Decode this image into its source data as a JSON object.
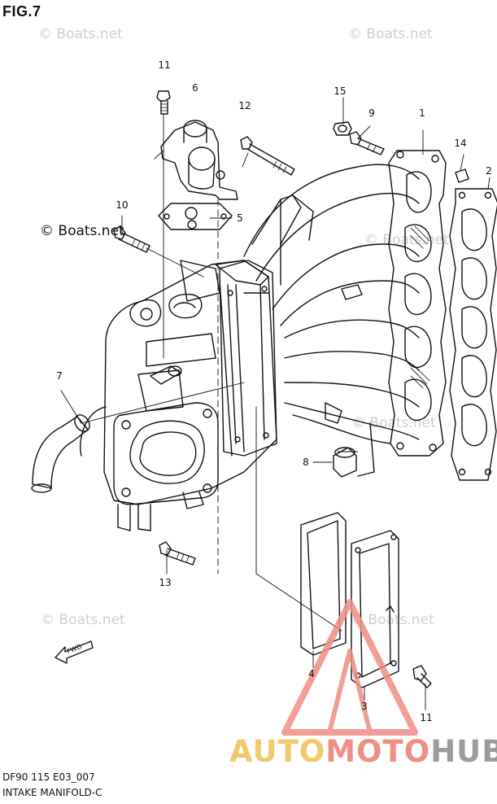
{
  "figure": {
    "title": "FIG.7",
    "code": "DF90 115 E03_007",
    "name": "INTAKE MANIFOLD-C"
  },
  "watermarks": {
    "site": "© Boats.net",
    "site_dark": "© Boats.net"
  },
  "fwd_label": "FWD",
  "callouts": [
    "11",
    "6",
    "12",
    "15",
    "9",
    "1",
    "14",
    "2",
    "5",
    "10",
    "7",
    "8",
    "13",
    "4",
    "3",
    "11"
  ],
  "logo": {
    "part1": "AUTO",
    "part2": "MOTO",
    "part3": "HUB"
  },
  "colors": {
    "line": "#111111",
    "watermark": "#cfcfcf",
    "logo_yellow": "#f2c96d",
    "logo_red": "#ef8e86",
    "logo_gray": "#9c9c9c"
  }
}
